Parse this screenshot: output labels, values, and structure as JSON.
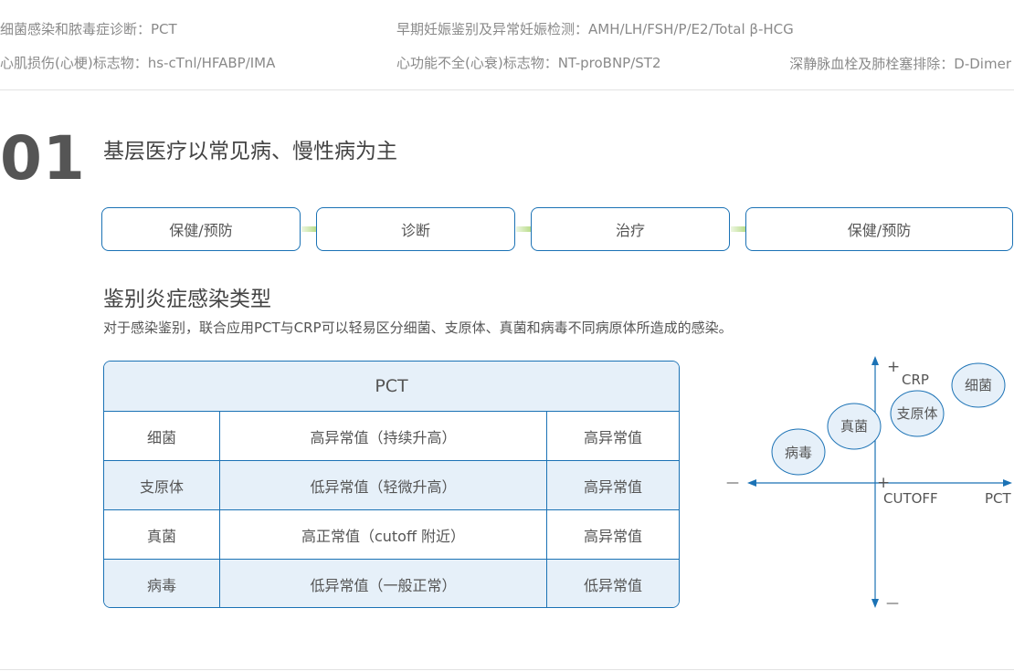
{
  "indicators": [
    "细菌感染和脓毒症诊断：PCT",
    "早期妊娠鉴别及异常妊娠检测：AMH/LH/FSH/P/E2/Total β-HCG",
    "心肌损伤(心梗)标志物：hs-cTnl/HFABP/IMA",
    "心功能不全(心衰)标志物：NT-proBNP/ST2",
    "深静脉血栓及肺栓塞排除：D-Dimer"
  ],
  "section": {
    "number": "01",
    "title": "基层医疗以常见病、慢性病为主"
  },
  "flow": {
    "steps": [
      "保健/预防",
      "诊断",
      "治疗",
      "保健/预防"
    ],
    "box_color": "#1b72b5",
    "arrow_color": "#8cc63f"
  },
  "inflammation": {
    "title": "鉴别炎症感染类型",
    "description": "对于感染鉴别，联合应用PCT与CRP可以轻易区分细菌、支原体、真菌和病毒不同病原体所造成的感染。"
  },
  "table": {
    "header": "PCT",
    "rows": [
      {
        "pathogen": "细菌",
        "pct": "高异常值（持续升高）",
        "crp": "高异常值"
      },
      {
        "pathogen": "支原体",
        "pct": "低异常值（轻微升高）",
        "crp": "高异常值"
      },
      {
        "pathogen": "真菌",
        "pct": "高正常值（cutoff 附近）",
        "crp": "高异常值"
      },
      {
        "pathogen": "病毒",
        "pct": "低异常值（一般正常）",
        "crp": "低异常值"
      }
    ]
  },
  "quadrant_chart": {
    "x_axis_label": "PCT",
    "y_axis_label": "CRP",
    "origin_label": "CUTOFF",
    "plus_sign": "+",
    "minus_sign": "—",
    "bubbles": [
      "细菌",
      "支原体",
      "真菌",
      "病毒"
    ],
    "axis_color": "#1b72b5",
    "bubble_fill": "#e6f0f9"
  }
}
